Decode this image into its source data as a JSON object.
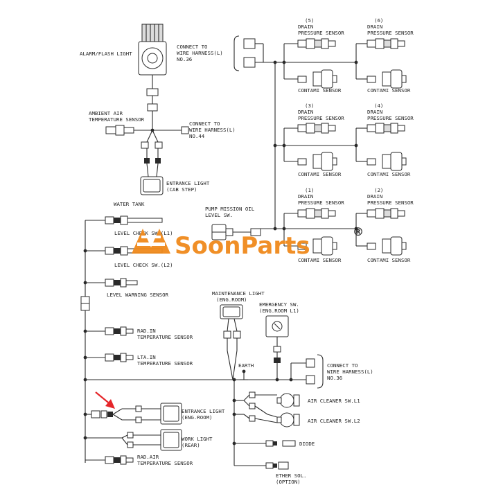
{
  "colors": {
    "line": "#2a2a2a",
    "watermark": "#f08a1c",
    "arrow": "#e5262a",
    "background": "#ffffff"
  },
  "labels": {
    "alarm_light": "ALARM/FLASH LIGHT",
    "connect_36_a": "CONNECT TO",
    "connect_36_b": "WIRE HARNESS(L)",
    "connect_36_c": "NO.36",
    "ambient_a": "AMBIENT AIR",
    "ambient_b": "TEMPERATURE SENSOR",
    "connect_44_a": "CONNECT TO",
    "connect_44_b": "WIRE HARNESS(L)",
    "connect_44_c": "NO.44",
    "entrance_cab_a": "ENTRANCE LIGHT",
    "entrance_cab_b": "(CAB STEP)",
    "sensor_5_num": "(5)",
    "sensor_5_a": "DRAIN",
    "sensor_5_b": "PRESSURE SENSOR",
    "sensor_6_num": "(6)",
    "sensor_6_a": "DRAIN",
    "sensor_6_b": "PRESSURE SENSOR",
    "contami_1": "CONTAMI SENSOR",
    "contami_2": "CONTAMI SENSOR",
    "sensor_3_num": "(3)",
    "sensor_3_a": "DRAIN",
    "sensor_3_b": "PRESSURE SENSOR",
    "sensor_4_num": "(4)",
    "sensor_4_a": "DRAIN",
    "sensor_4_b": "PRESSURE SENSOR",
    "contami_3": "CONTAMI SENSOR",
    "contami_4": "CONTAMI SENSOR",
    "sensor_1_num": "(1)",
    "sensor_1_a": "DRAIN",
    "sensor_1_b": "PRESSURE SENSOR",
    "sensor_2_num": "(2)",
    "sensor_2_a": "DRAIN",
    "sensor_2_b": "PRESSURE SENSOR",
    "contami_5": "CONTAMI SENSOR",
    "contami_6": "CONTAMI SENSOR",
    "water_tank": "WATER TANK",
    "pump_oil_a": "PUMP MISSION OIL",
    "pump_oil_b": "LEVEL SW.",
    "level_l1": "LEVEL CHECK SW.(L1)",
    "level_l2": "LEVEL CHECK SW.(L2)",
    "level_warning": "LEVEL WARNING SENSOR",
    "maint_a": "MAINTENANCE LIGHT",
    "maint_b": "(ENG.ROOM)",
    "emerg_a": "EMERGENCY SW.",
    "emerg_b": "(ENG.ROOM L1)",
    "rad_in_a": "RAD.IN",
    "rad_in_b": "TEMPERATURE SENSOR",
    "lta_in_a": "LTA.IN",
    "lta_in_b": "TEMPERATURE SENSOR",
    "earth": "EARTH",
    "connect_36b_a": "CONNECT TO",
    "connect_36b_b": "WIRE HARNESS(L)",
    "connect_36b_c": "NO.36",
    "entrance_eng_a": "ENTRANCE LIGHT",
    "entrance_eng_b": "(ENG.ROOM)",
    "work_light_a": "WORK LIGHT",
    "work_light_b": "(REAR)",
    "rad_air_a": "RAD.AIR",
    "rad_air_b": "TEMPERATURE SENSOR",
    "air_l1": "AIR CLEANER SW.L1",
    "air_l2": "AIR CLEANER SW.L2",
    "diode": "DIODE",
    "ether_a": "ETHER SOL.",
    "ether_b": "(OPTION)"
  },
  "watermark": {
    "text": "SoonParts",
    "registered": "®"
  }
}
